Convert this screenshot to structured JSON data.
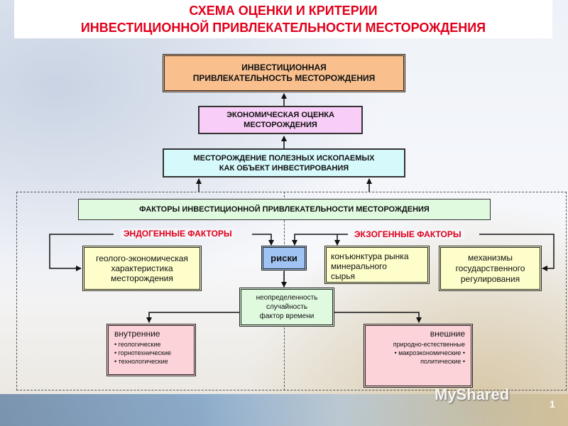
{
  "title": {
    "line1": "СХЕМА ОЦЕНКИ И КРИТЕРИИ",
    "line2": "ИНВЕСТИЦИОННОЙ ПРИВЛЕКАТЕЛЬНОСТИ МЕСТОРОЖДЕНИЯ"
  },
  "nodes": {
    "invest_attr": {
      "line1": "ИНВЕСТИЦИОННАЯ",
      "line2": "ПРИВЛЕКАТЕЛЬНОСТЬ МЕСТОРОЖДЕНИЯ"
    },
    "econ_eval": {
      "line1": "ЭКОНОМИЧЕСКАЯ ОЦЕНКА",
      "line2": "МЕСТОРОЖДЕНИЯ"
    },
    "deposit_object": {
      "line1": "МЕСТОРОЖДЕНИЕ ПОЛЕЗНЫХ ИСКОПАЕМЫХ",
      "line2": "КАК ОБЪЕКТ ИНВЕСТИРОВАНИЯ"
    },
    "factors": {
      "label": "ФАКТОРЫ ИНВЕСТИЦИОННОЙ ПРИВЛЕКАТЕЛЬНОСТИ МЕСТОРОЖДЕНИЯ"
    },
    "geo_econ": {
      "line1": "геолого-экономическая",
      "line2": "характеристика",
      "line3": "месторождения"
    },
    "risks": {
      "label": "риски"
    },
    "market": {
      "line1": "конъюнктура рынка",
      "line2": "минерального",
      "line3": "сырья"
    },
    "state": {
      "line1": "механизмы",
      "line2": "государственного",
      "line3": "регулирования"
    },
    "uncertainty": {
      "line1": "неопределенность",
      "line2": "случайность",
      "line3": "фактор времени"
    },
    "internal": {
      "title": "внутренние",
      "items": [
        "геологические",
        "горнотехнические",
        "технологические"
      ]
    },
    "external": {
      "title": "внешние",
      "items": [
        "природно-естественные",
        "макроэкономические",
        "политические"
      ]
    }
  },
  "labels": {
    "endogenous": "ЭНДОГЕННЫЕ ФАКТОРЫ",
    "exogenous": "ЭКЗОГЕННЫЕ ФАКТОРЫ"
  },
  "colors": {
    "title": "#e0001b",
    "invest_attr": "#f9c08e",
    "econ_eval": "#f8cdf7",
    "deposit_object": "#d6f9fb",
    "factors": "#dffadf",
    "yellow": "#fefecb",
    "risks": "#9fc3f2",
    "uncertainty": "#dffadf",
    "pink": "#fbd3d8"
  },
  "logo": {
    "text": "MyShared"
  },
  "page_number": "1"
}
